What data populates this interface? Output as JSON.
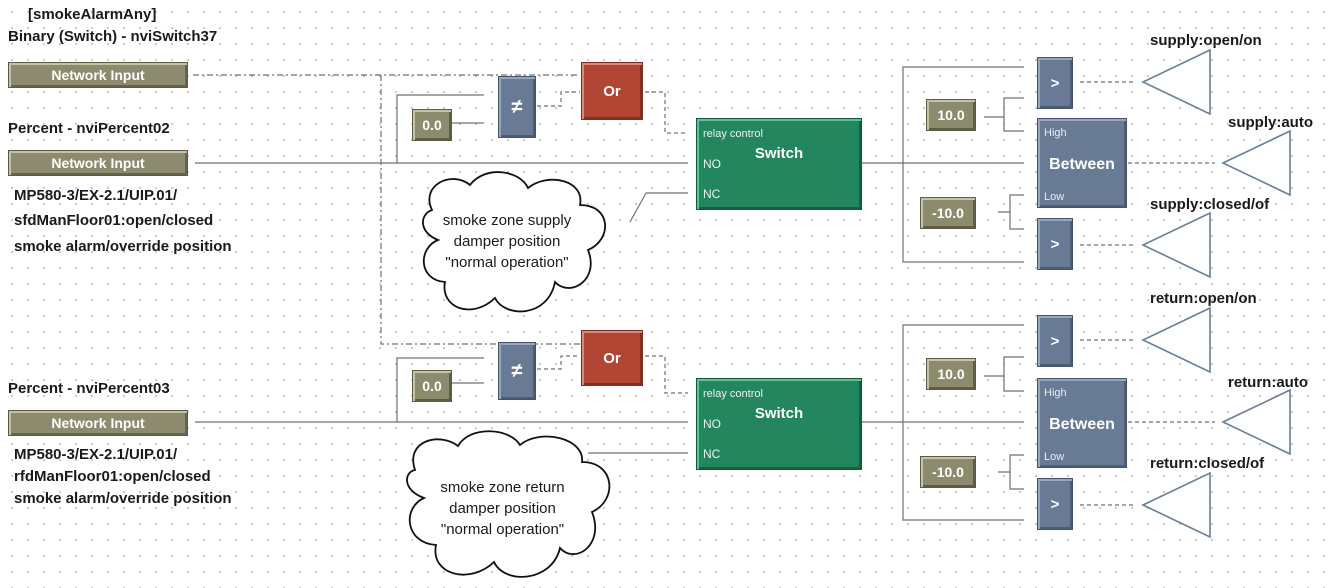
{
  "inputs": {
    "smoke": {
      "tag": "[smokeAlarmAny]",
      "type_label": "Binary (Switch) - nviSwitch37",
      "button": "Network Input"
    },
    "supply": {
      "type_label": "Percent - nviPercent02",
      "button": "Network Input",
      "desc": [
        "MP580-3/EX-2.1/UIP.01/",
        "sfdManFloor01:open/closed",
        "smoke alarm/override position"
      ]
    },
    "return": {
      "type_label": "Percent - nviPercent03",
      "button": "Network Input",
      "desc": [
        "MP580-3/EX-2.1/UIP.01/",
        "rfdManFloor01:open/closed",
        "smoke alarm/override position"
      ]
    }
  },
  "supply_logic": {
    "not_equal_const": "0.0",
    "not_equal_symbol": "≠",
    "or_label": "Or",
    "switch": {
      "title": "Switch",
      "port_relay": "relay control",
      "port_no": "NO",
      "port_nc": "NC"
    },
    "note": [
      "smoke zone supply",
      "damper position",
      "\"normal operation\""
    ],
    "high_const": "10.0",
    "low_const": "-10.0",
    "gt_symbol": ">",
    "between": {
      "title": "Between",
      "port_high": "High",
      "port_low": "Low"
    },
    "outputs": [
      "supply:open/on",
      "supply:auto",
      "supply:closed/of"
    ]
  },
  "return_logic": {
    "not_equal_const": "0.0",
    "not_equal_symbol": "≠",
    "or_label": "Or",
    "switch": {
      "title": "Switch",
      "port_relay": "relay control",
      "port_no": "NO",
      "port_nc": "NC"
    },
    "note": [
      "smoke zone return",
      "damper position",
      "\"normal operation\""
    ],
    "high_const": "10.0",
    "low_const": "-10.0",
    "gt_symbol": ">",
    "between": {
      "title": "Between",
      "port_high": "High",
      "port_low": "Low"
    },
    "outputs": [
      "return:open/on",
      "return:auto",
      "return:closed/of"
    ]
  }
}
